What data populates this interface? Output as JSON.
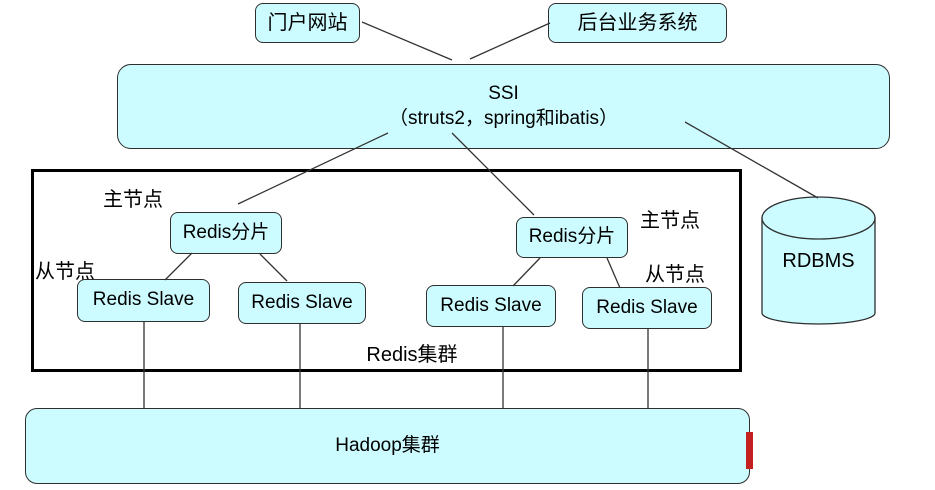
{
  "nodes": {
    "portal": {
      "label": "门户网站"
    },
    "backend": {
      "label": "后台业务系统"
    },
    "ssi": {
      "title": "SSI",
      "subtitle": "（struts2，spring和ibatis）"
    },
    "rdbms": {
      "label": "RDBMS"
    },
    "hadoop": {
      "label": "Hadoop集群"
    }
  },
  "cluster": {
    "label": "Redis集群",
    "shards": [
      {
        "label": "Redis分片"
      },
      {
        "label": "Redis分片"
      }
    ],
    "slaves": [
      {
        "label": "Redis Slave"
      },
      {
        "label": "Redis Slave"
      },
      {
        "label": "Redis Slave"
      },
      {
        "label": "Redis Slave"
      }
    ],
    "annotations": {
      "master_left": "主节点",
      "master_right": "主节点",
      "slave_left": "从节点",
      "slave_right": "从节点"
    }
  },
  "colors": {
    "background": "#ffffff",
    "node_fill": "#ccfcff",
    "node_border": "#2e2e2e",
    "connector": "#333333",
    "cluster_border": "#000000",
    "marker_red": "#c3201f"
  }
}
